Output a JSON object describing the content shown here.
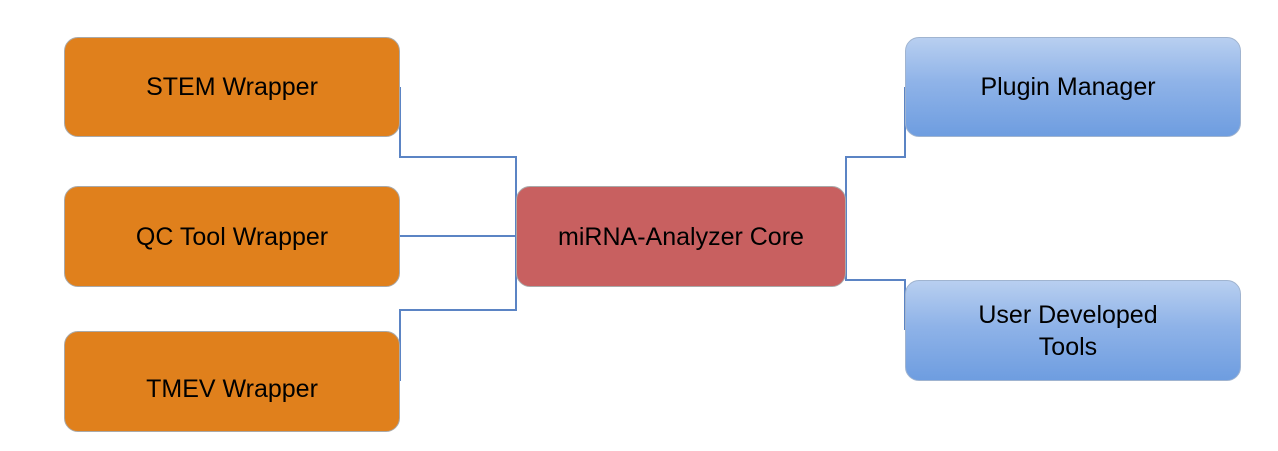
{
  "diagram": {
    "nodes": {
      "stem": {
        "label": "STEM Wrapper"
      },
      "qc": {
        "label": "QC Tool Wrapper"
      },
      "tmev": {
        "label": "TMEV  Wrapper"
      },
      "core": {
        "label": "miRNA-Analyzer Core"
      },
      "plugin": {
        "label": "Plugin Manager"
      },
      "user": {
        "label": "User Developed\nTools"
      }
    },
    "edges": [
      {
        "from": "stem",
        "to": "core"
      },
      {
        "from": "qc",
        "to": "core"
      },
      {
        "from": "tmev",
        "to": "core"
      },
      {
        "from": "core",
        "to": "plugin"
      },
      {
        "from": "core",
        "to": "user"
      }
    ],
    "colors": {
      "wrapper_fill": "#e0801c",
      "core_fill": "#c86060",
      "tool_fill": "#8fb3e8",
      "connector": "#5b84c4"
    }
  }
}
